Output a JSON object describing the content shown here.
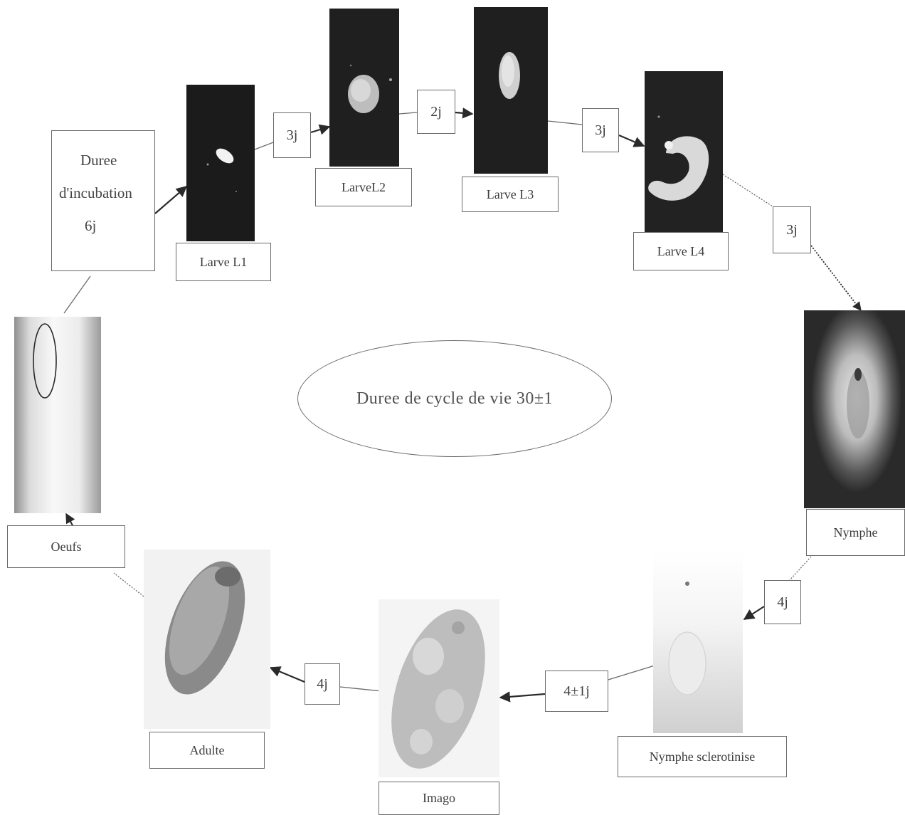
{
  "incubation": {
    "line1": "Duree",
    "line2": "d'incubation",
    "line3": "6j"
  },
  "center_text": "Duree de cycle de vie 30±1",
  "stages": {
    "larve_l1": "Larve L1",
    "larve_l2": "LarveL2",
    "larve_l3": "Larve L3",
    "larve_l4": "Larve L4",
    "nymphe": "Nymphe",
    "nymphe_sclerotinise": "Nymphe sclerotinise",
    "imago": "Imago",
    "adulte": "Adulte",
    "oeufs": "Oeufs"
  },
  "durations": {
    "l1_l2": "3j",
    "l2_l3": "2j",
    "l3_l4": "3j",
    "l4_nymphe": "3j",
    "nymphe_sclerotinise": "4j",
    "sclerotinise_imago": "4±1j",
    "imago_adulte": "4j"
  }
}
